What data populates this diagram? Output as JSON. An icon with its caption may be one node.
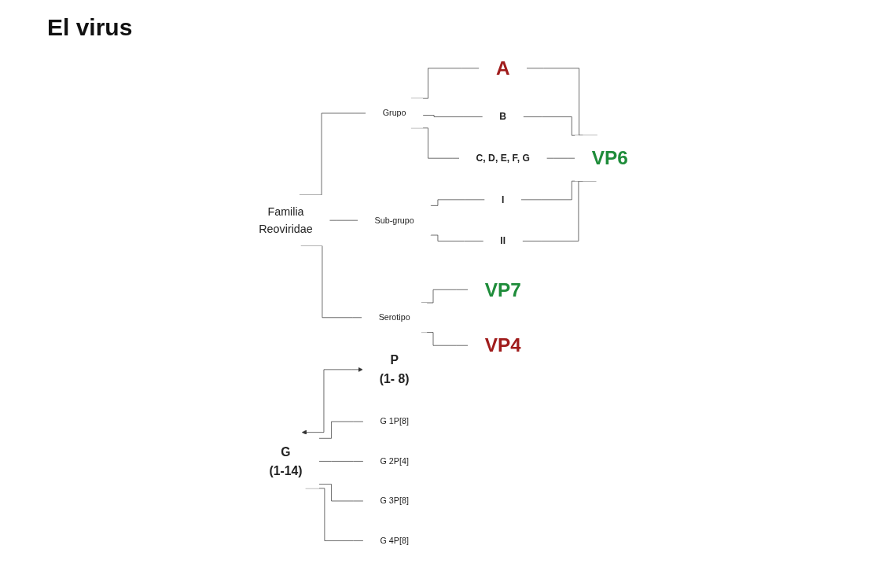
{
  "diagram": {
    "title": "El virus",
    "nodes": [
      {
        "text": [
          "Familia",
          "Reoviridae"
        ]
      },
      {
        "text": [
          "Grupo"
        ]
      },
      {
        "text": [
          "Sub-grupo"
        ]
      },
      {
        "text": [
          "Serotipo"
        ]
      },
      {
        "text": [
          "A"
        ]
      },
      {
        "text": [
          "B"
        ]
      },
      {
        "text": [
          "C, D, E, F, G"
        ]
      },
      {
        "text": [
          "I"
        ]
      },
      {
        "text": [
          "II"
        ]
      },
      {
        "text": [
          "VP6"
        ]
      },
      {
        "text": [
          "VP7"
        ]
      },
      {
        "text": [
          "VP4"
        ]
      },
      {
        "text": [
          "G",
          "(1-14)"
        ]
      },
      {
        "text": [
          "P",
          "(1- 8)"
        ]
      },
      {
        "text": [
          "G 1P[8]"
        ]
      },
      {
        "text": [
          "G 2P[4]"
        ]
      },
      {
        "text": [
          "G 3P[8]"
        ]
      },
      {
        "text": [
          "G 4P[8]"
        ]
      }
    ],
    "edges": [
      {
        "from": 0,
        "to": 1,
        "arrow": "none"
      },
      {
        "from": 0,
        "to": 2,
        "arrow": "none"
      },
      {
        "from": 0,
        "to": 3,
        "arrow": "none"
      },
      {
        "from": 1,
        "to": 4,
        "arrow": "none"
      },
      {
        "from": 1,
        "to": 5,
        "arrow": "none"
      },
      {
        "from": 1,
        "to": 6,
        "arrow": "none"
      },
      {
        "from": 2,
        "to": 7,
        "arrow": "none"
      },
      {
        "from": 2,
        "to": 8,
        "arrow": "none"
      },
      {
        "from": 4,
        "to": 9,
        "arrow": "none"
      },
      {
        "from": 5,
        "to": 9,
        "arrow": "none"
      },
      {
        "from": 6,
        "to": 9,
        "arrow": "none"
      },
      {
        "from": 7,
        "to": 9,
        "arrow": "none"
      },
      {
        "from": 8,
        "to": 9,
        "arrow": "none"
      },
      {
        "from": 3,
        "to": 10,
        "arrow": "none"
      },
      {
        "from": 3,
        "to": 11,
        "arrow": "none"
      },
      {
        "from": 12,
        "to": 13,
        "arrow": "both"
      },
      {
        "from": 12,
        "to": 14,
        "arrow": "none"
      },
      {
        "from": 12,
        "to": 15,
        "arrow": "none"
      },
      {
        "from": 12,
        "to": 16,
        "arrow": "none"
      },
      {
        "from": 12,
        "to": 17,
        "arrow": "none"
      }
    ]
  }
}
